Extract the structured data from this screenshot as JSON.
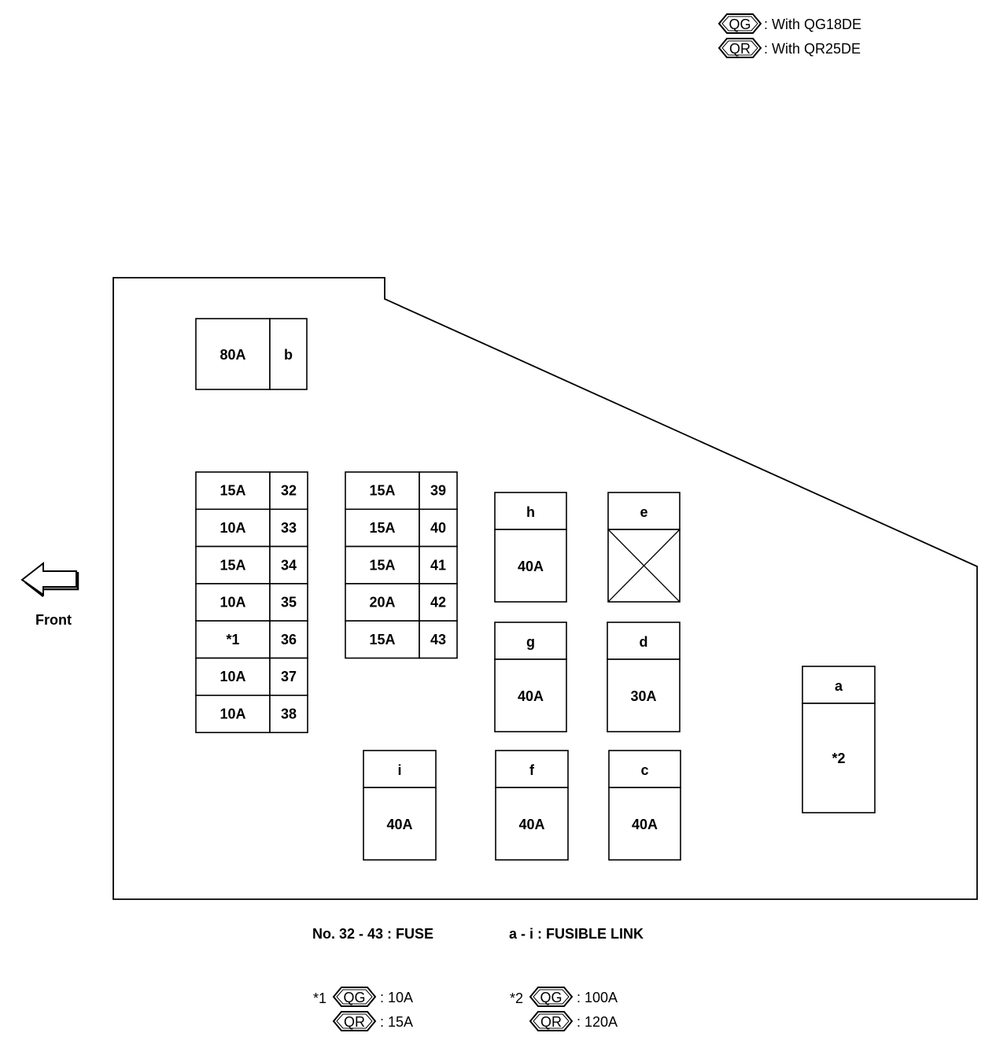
{
  "legend": {
    "items": [
      {
        "badge": "QG",
        "text": ": With QG18DE"
      },
      {
        "badge": "QR",
        "text": ": With QR25DE"
      }
    ]
  },
  "front_label": "Front",
  "fuses_col1": [
    {
      "rating": "15A",
      "no": "32"
    },
    {
      "rating": "10A",
      "no": "33"
    },
    {
      "rating": "15A",
      "no": "34"
    },
    {
      "rating": "10A",
      "no": "35"
    },
    {
      "rating": "*1",
      "no": "36"
    },
    {
      "rating": "10A",
      "no": "37"
    },
    {
      "rating": "10A",
      "no": "38"
    }
  ],
  "fuses_col2": [
    {
      "rating": "15A",
      "no": "39"
    },
    {
      "rating": "15A",
      "no": "40"
    },
    {
      "rating": "15A",
      "no": "41"
    },
    {
      "rating": "20A",
      "no": "42"
    },
    {
      "rating": "15A",
      "no": "43"
    }
  ],
  "link_b": {
    "rating": "80A",
    "id": "b"
  },
  "links": {
    "h": {
      "id": "h",
      "rating": "40A"
    },
    "e": {
      "id": "e",
      "rating": ""
    },
    "g": {
      "id": "g",
      "rating": "40A"
    },
    "d": {
      "id": "d",
      "rating": "30A"
    },
    "a": {
      "id": "a",
      "rating": "*2"
    },
    "i": {
      "id": "i",
      "rating": "40A"
    },
    "f": {
      "id": "f",
      "rating": "40A"
    },
    "c": {
      "id": "c",
      "rating": "40A"
    }
  },
  "captions": {
    "fuse": "No. 32 - 43 : FUSE",
    "link": "a - i : FUSIBLE LINK"
  },
  "notes": {
    "n1": {
      "mark": "*1",
      "rows": [
        {
          "badge": "QG",
          "value": ": 10A"
        },
        {
          "badge": "QR",
          "value": ": 15A"
        }
      ]
    },
    "n2": {
      "mark": "*2",
      "rows": [
        {
          "badge": "QG",
          "value": ": 100A"
        },
        {
          "badge": "QR",
          "value": ": 120A"
        }
      ]
    }
  }
}
